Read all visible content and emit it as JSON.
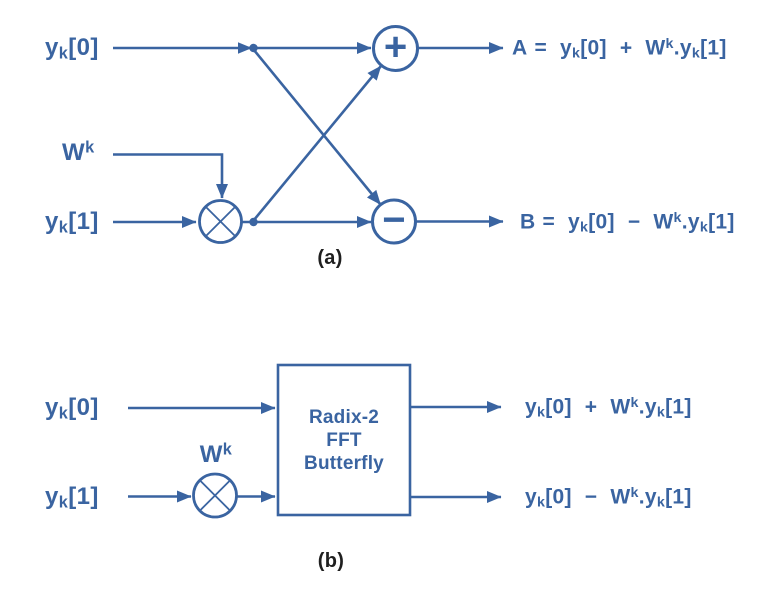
{
  "colors": {
    "diagram_blue": "#3a64a1",
    "caption_dark": "#1f1f1f",
    "background": "#ffffff"
  },
  "diagram_a": {
    "caption": "(a)",
    "input0": {
      "base": "y",
      "sub": "k",
      "idx": "[0]"
    },
    "twiddle": {
      "base": "W",
      "sup": "k"
    },
    "input1": {
      "base": "y",
      "sub": "k",
      "idx": "[1]"
    },
    "adder_symbol": "+",
    "subtractor_symbol": "−",
    "output_a": {
      "lhs": "A",
      "eq": "=",
      "t1": {
        "base": "y",
        "sub": "k",
        "idx": "[0]"
      },
      "op": "+",
      "w": {
        "base": "W",
        "sup": "k"
      },
      "dot": ".",
      "t2": {
        "base": "y",
        "sub": "k",
        "idx": "[1]"
      }
    },
    "output_b": {
      "lhs": "B",
      "eq": "=",
      "t1": {
        "base": "y",
        "sub": "k",
        "idx": "[0]"
      },
      "op": "−",
      "w": {
        "base": "W",
        "sup": "k"
      },
      "dot": ".",
      "t2": {
        "base": "y",
        "sub": "k",
        "idx": "[1]"
      }
    }
  },
  "diagram_b": {
    "caption": "(b)",
    "input0": {
      "base": "y",
      "sub": "k",
      "idx": "[0]"
    },
    "twiddle": {
      "base": "W",
      "sup": "k"
    },
    "input1": {
      "base": "y",
      "sub": "k",
      "idx": "[1]"
    },
    "box": {
      "line1": "Radix-2",
      "line2": "FFT",
      "line3": "Butterfly"
    },
    "output_top": {
      "t1": {
        "base": "y",
        "sub": "k",
        "idx": "[0]"
      },
      "op": "+",
      "w": {
        "base": "W",
        "sup": "k"
      },
      "dot": ".",
      "t2": {
        "base": "y",
        "sub": "k",
        "idx": "[1]"
      }
    },
    "output_bottom": {
      "t1": {
        "base": "y",
        "sub": "k",
        "idx": "[0]"
      },
      "op": "−",
      "w": {
        "base": "W",
        "sup": "k"
      },
      "dot": ".",
      "t2": {
        "base": "y",
        "sub": "k",
        "idx": "[1]"
      }
    }
  }
}
